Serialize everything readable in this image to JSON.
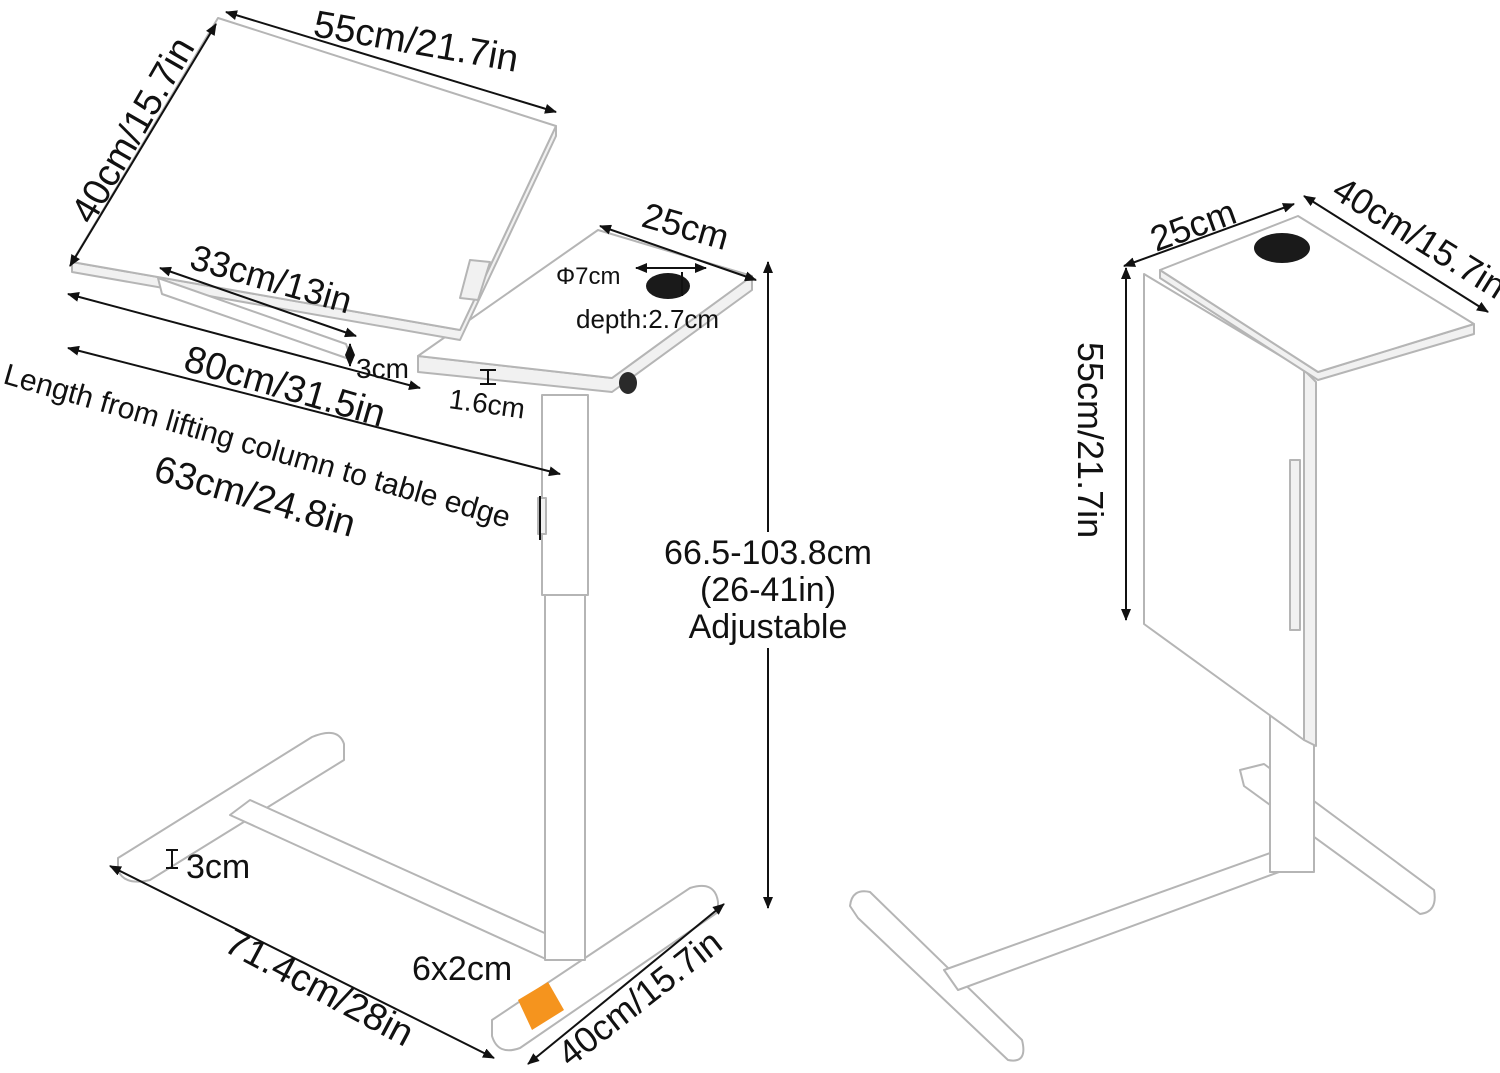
{
  "colors": {
    "accent_pad": "#f5941e",
    "furniture": "#ffffff",
    "outline": "#b5b5b5",
    "annotation": "#111111"
  },
  "left_view": {
    "desktop_width": "55cm/21.7in",
    "desktop_depth": "40cm/15.7in",
    "ledge_length": "33cm/13in",
    "ledge_height": "3cm",
    "total_length": "80cm/31.5in",
    "reach_caption": "Length from lifting column to table edge",
    "reach_value": "63cm/24.8in",
    "side_width": "25cm",
    "cup_diameter": "Φ7cm",
    "cup_depth": "depth:2.7cm",
    "board_thickness": "1.6cm",
    "height_range": "66.5-103.8cm",
    "height_range_in": "(26-41in)",
    "height_note": "Adjustable",
    "foot_height": "3cm",
    "base_length": "71.4cm/28in",
    "base_width": "40cm/15.7in",
    "caster_pad": "6x2cm"
  },
  "right_view": {
    "side_width": "25cm",
    "side_depth": "40cm/15.7in",
    "folded_height": "55cm/21.7in"
  }
}
